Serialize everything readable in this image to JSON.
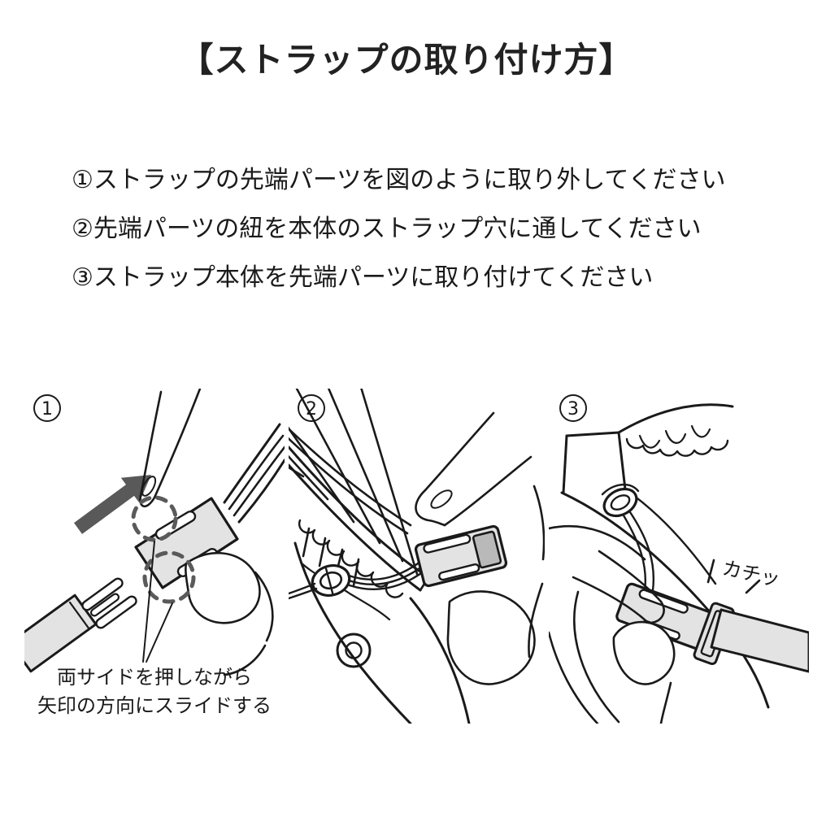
{
  "title": "【ストラップの取り付け方】",
  "instructions": [
    {
      "text": "①ストラップの先端パーツを図のように取り外してください"
    },
    {
      "text": "②先端パーツの紐を本体のストラップ穴に通してください"
    },
    {
      "text": "③ストラップ本体を先端パーツに取り付けてください"
    }
  ],
  "steps": {
    "one": {
      "number": "1",
      "caption_line1": "両サイドを押しながら",
      "caption_line2": "矢印の方向にスライドする"
    },
    "two": {
      "number": "2"
    },
    "three": {
      "number": "3",
      "sound_effect": "カチッ"
    }
  },
  "colors": {
    "ink": "#1a1a1a",
    "arrow_gray": "#595959",
    "part_fill_gray": "#e3e3e3",
    "dark_face_gray": "#b9b9b9",
    "dashed_highlight_gray": "#5a5a5a",
    "background": "#ffffff"
  }
}
